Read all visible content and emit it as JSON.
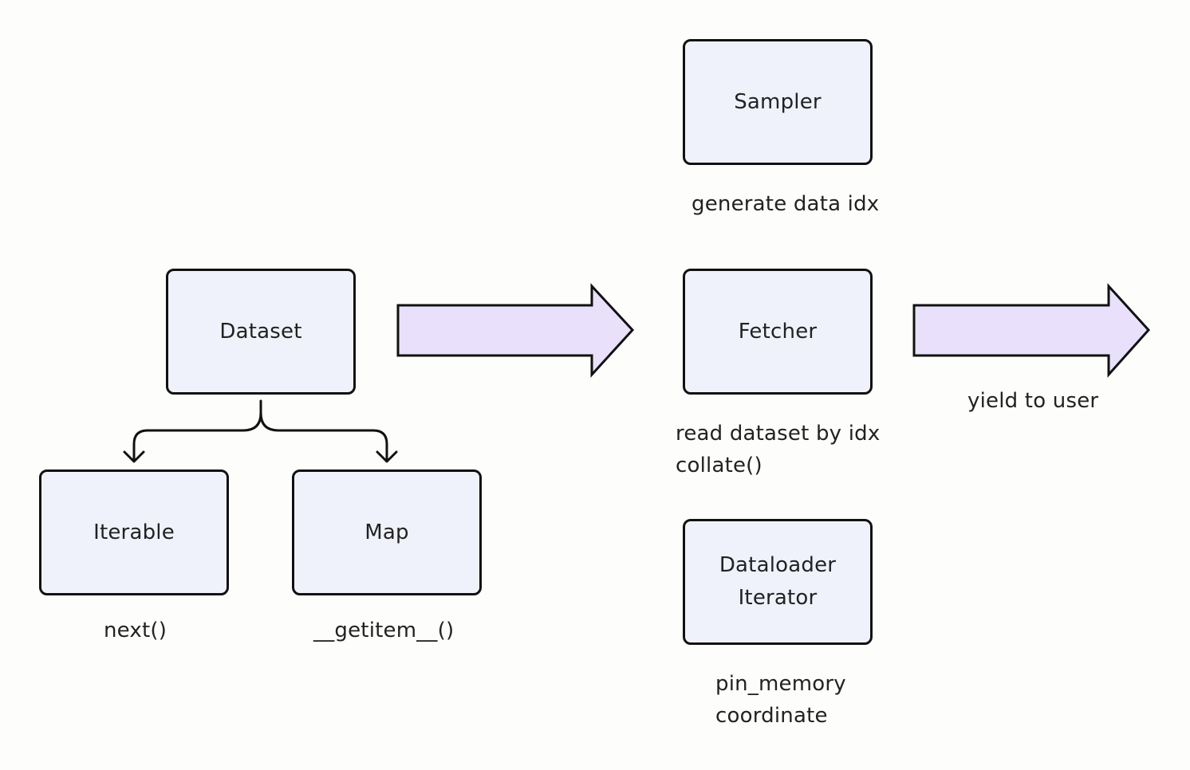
{
  "nodes": {
    "sampler": {
      "label": "Sampler",
      "caption": "generate data idx"
    },
    "dataset": {
      "label": "Dataset"
    },
    "fetcher": {
      "label": "Fetcher",
      "caption_line1": "read dataset by idx",
      "caption_line2": "collate()"
    },
    "iterable": {
      "label": "Iterable",
      "caption": "next()"
    },
    "map": {
      "label": "Map",
      "caption": "__getitem__()"
    },
    "dataloader_iterator": {
      "label_line1": "Dataloader",
      "label_line2": "Iterator",
      "caption_line1": "pin_memory",
      "caption_line2": "coordinate"
    }
  },
  "edges": {
    "yield_label": "yield to user"
  },
  "colors": {
    "box_fill": "#eff2fb",
    "arrow_fill": "#e9e1fb",
    "stroke": "#111111",
    "background": "#fdfdfb"
  }
}
